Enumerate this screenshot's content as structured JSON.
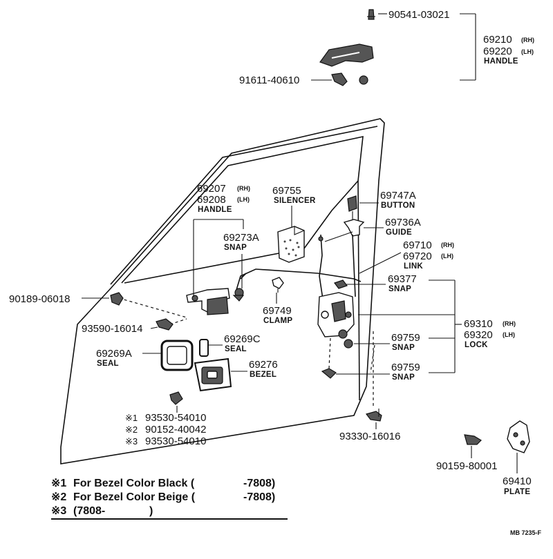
{
  "parts": {
    "p90541": {
      "num": "90541-03021"
    },
    "p69210": {
      "num": "69210",
      "side": "(RH)"
    },
    "p69220": {
      "num": "69220",
      "side": "(LH)",
      "name": "HANDLE"
    },
    "p91611": {
      "num": "91611-40610"
    },
    "p69207": {
      "num": "69207",
      "side": "(RH)"
    },
    "p69208": {
      "num": "69208",
      "side": "(LH)",
      "name": "HANDLE"
    },
    "p69755": {
      "num": "69755",
      "name": "SILENCER"
    },
    "p69747A": {
      "num": "69747A",
      "name": "BUTTON"
    },
    "p69736A": {
      "num": "69736A",
      "name": "GUIDE"
    },
    "p69273A": {
      "num": "69273A",
      "name": "SNAP"
    },
    "p69710": {
      "num": "69710",
      "side": "(RH)"
    },
    "p69720": {
      "num": "69720",
      "side": "(LH)",
      "name": "LINK"
    },
    "p69377": {
      "num": "69377",
      "name": "SNAP"
    },
    "p90189": {
      "num": "90189-06018"
    },
    "p69749": {
      "num": "69749",
      "name": "CLAMP"
    },
    "p69310": {
      "num": "69310",
      "side": "(RH)"
    },
    "p69320": {
      "num": "69320",
      "side": "(LH)",
      "name": "LOCK"
    },
    "p93590": {
      "num": "93590-16014"
    },
    "p69269C": {
      "num": "69269C",
      "name": "SEAL"
    },
    "p69759a": {
      "num": "69759",
      "name": "SNAP"
    },
    "p69269A": {
      "num": "69269A",
      "name": "SEAL"
    },
    "p69276": {
      "num": "69276",
      "name": "BEZEL"
    },
    "p69759b": {
      "num": "69759",
      "name": "SNAP"
    },
    "screws": [
      {
        "mark": "※1",
        "num": "93530-54010"
      },
      {
        "mark": "※2",
        "num": "90152-40042"
      },
      {
        "mark": "※3",
        "num": "93530-54010"
      }
    ],
    "p93330": {
      "num": "93330-16016"
    },
    "p90159": {
      "num": "90159-80001"
    },
    "p69410": {
      "num": "69410",
      "name": "PLATE"
    }
  },
  "notes": [
    {
      "mark": "※1",
      "text": "For Bezel Color Black (",
      "range": "-7808)"
    },
    {
      "mark": "※2",
      "text": "For Bezel Color Beige (",
      "range": "-7808)"
    },
    {
      "mark": "※3",
      "text": "(7808-",
      "range": ")"
    }
  ],
  "ref_code": "MB 7235-F"
}
